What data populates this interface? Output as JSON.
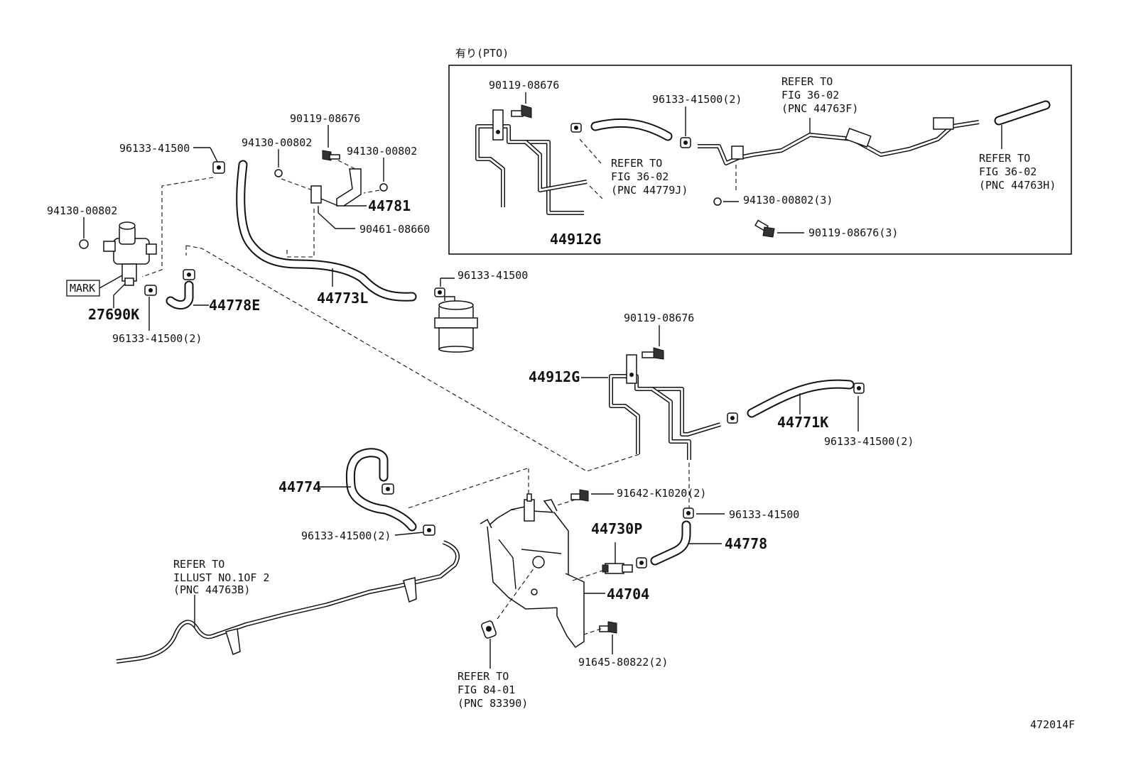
{
  "diagram_id": "472014F",
  "pto_box_title": "有り(PTO)",
  "labels": {
    "pto_90119_08676": "90119-08676",
    "pto_96133_41500_2": "96133-41500(2)",
    "pto_refer_36_02_f_1": "REFER TO",
    "pto_refer_36_02_f_2": "FIG 36-02",
    "pto_refer_36_02_f_3": "(PNC 44763F)",
    "pto_refer_36_02_j_1": "REFER TO",
    "pto_refer_36_02_j_2": "FIG 36-02",
    "pto_refer_36_02_j_3": "(PNC 44779J)",
    "pto_refer_36_02_h_1": "REFER TO",
    "pto_refer_36_02_h_2": "FIG 36-02",
    "pto_refer_36_02_h_3": "(PNC 44763H)",
    "pto_94130_00802_3": "94130-00802(3)",
    "pto_90119_08676_3": "90119-08676(3)",
    "pto_44912g": "44912G",
    "l_96133_41500_a": "96133-41500",
    "l_94130_00802_a": "94130-00802",
    "l_90119_08676_a": "90119-08676",
    "l_94130_00802_b": "94130-00802",
    "l_94130_00802_c": "94130-00802",
    "l_44781": "44781",
    "l_90461_08660": "90461-08660",
    "l_mark": "MARK",
    "l_27690k": "27690K",
    "l_44778e": "44778E",
    "l_96133_41500_2a": "96133-41500(2)",
    "l_44773l": "44773L",
    "l_96133_41500_b": "96133-41500",
    "m_90119_08676": "90119-08676",
    "m_44912g": "44912G",
    "m_44771k": "44771K",
    "m_96133_41500_2": "96133-41500(2)",
    "m_44774": "44774",
    "m_91642_k1020_2": "91642-K1020(2)",
    "m_96133_41500": "96133-41500",
    "m_44730p": "44730P",
    "m_44778": "44778",
    "m_96133_41500_2b": "96133-41500(2)",
    "m_44704": "44704",
    "m_91645_80822_2": "91645-80822(2)",
    "refer_illust_1": "REFER TO",
    "refer_illust_2": "ILLUST NO.1OF 2",
    "refer_illust_3": "(PNC 44763B)",
    "refer_84_01_1": "REFER TO",
    "refer_84_01_2": "FIG 84-01",
    "refer_84_01_3": "(PNC 83390)"
  }
}
